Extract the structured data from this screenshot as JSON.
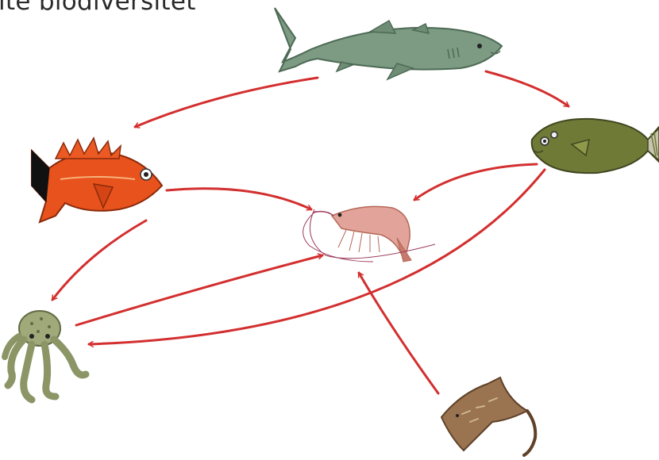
{
  "diagram": {
    "title": "ite biodiversitet",
    "arrow_color": "#d32f2f",
    "nodes": [
      {
        "id": "shark",
        "icon": "greenland-shark-icon"
      },
      {
        "id": "flatfish",
        "icon": "flatfish-icon"
      },
      {
        "id": "redfish",
        "icon": "redfish-icon"
      },
      {
        "id": "shrimp",
        "icon": "shrimp-icon"
      },
      {
        "id": "octopus",
        "icon": "octopus-icon"
      },
      {
        "id": "skate",
        "icon": "skate-icon"
      }
    ],
    "edges": [
      {
        "from": "shark",
        "to": "redfish"
      },
      {
        "from": "shark",
        "to": "flatfish"
      },
      {
        "from": "flatfish",
        "to": "shrimp"
      },
      {
        "from": "flatfish",
        "to": "octopus"
      },
      {
        "from": "redfish",
        "to": "shrimp"
      },
      {
        "from": "redfish",
        "to": "octopus"
      },
      {
        "from": "octopus",
        "to": "shrimp"
      },
      {
        "from": "skate",
        "to": "shrimp"
      }
    ]
  }
}
